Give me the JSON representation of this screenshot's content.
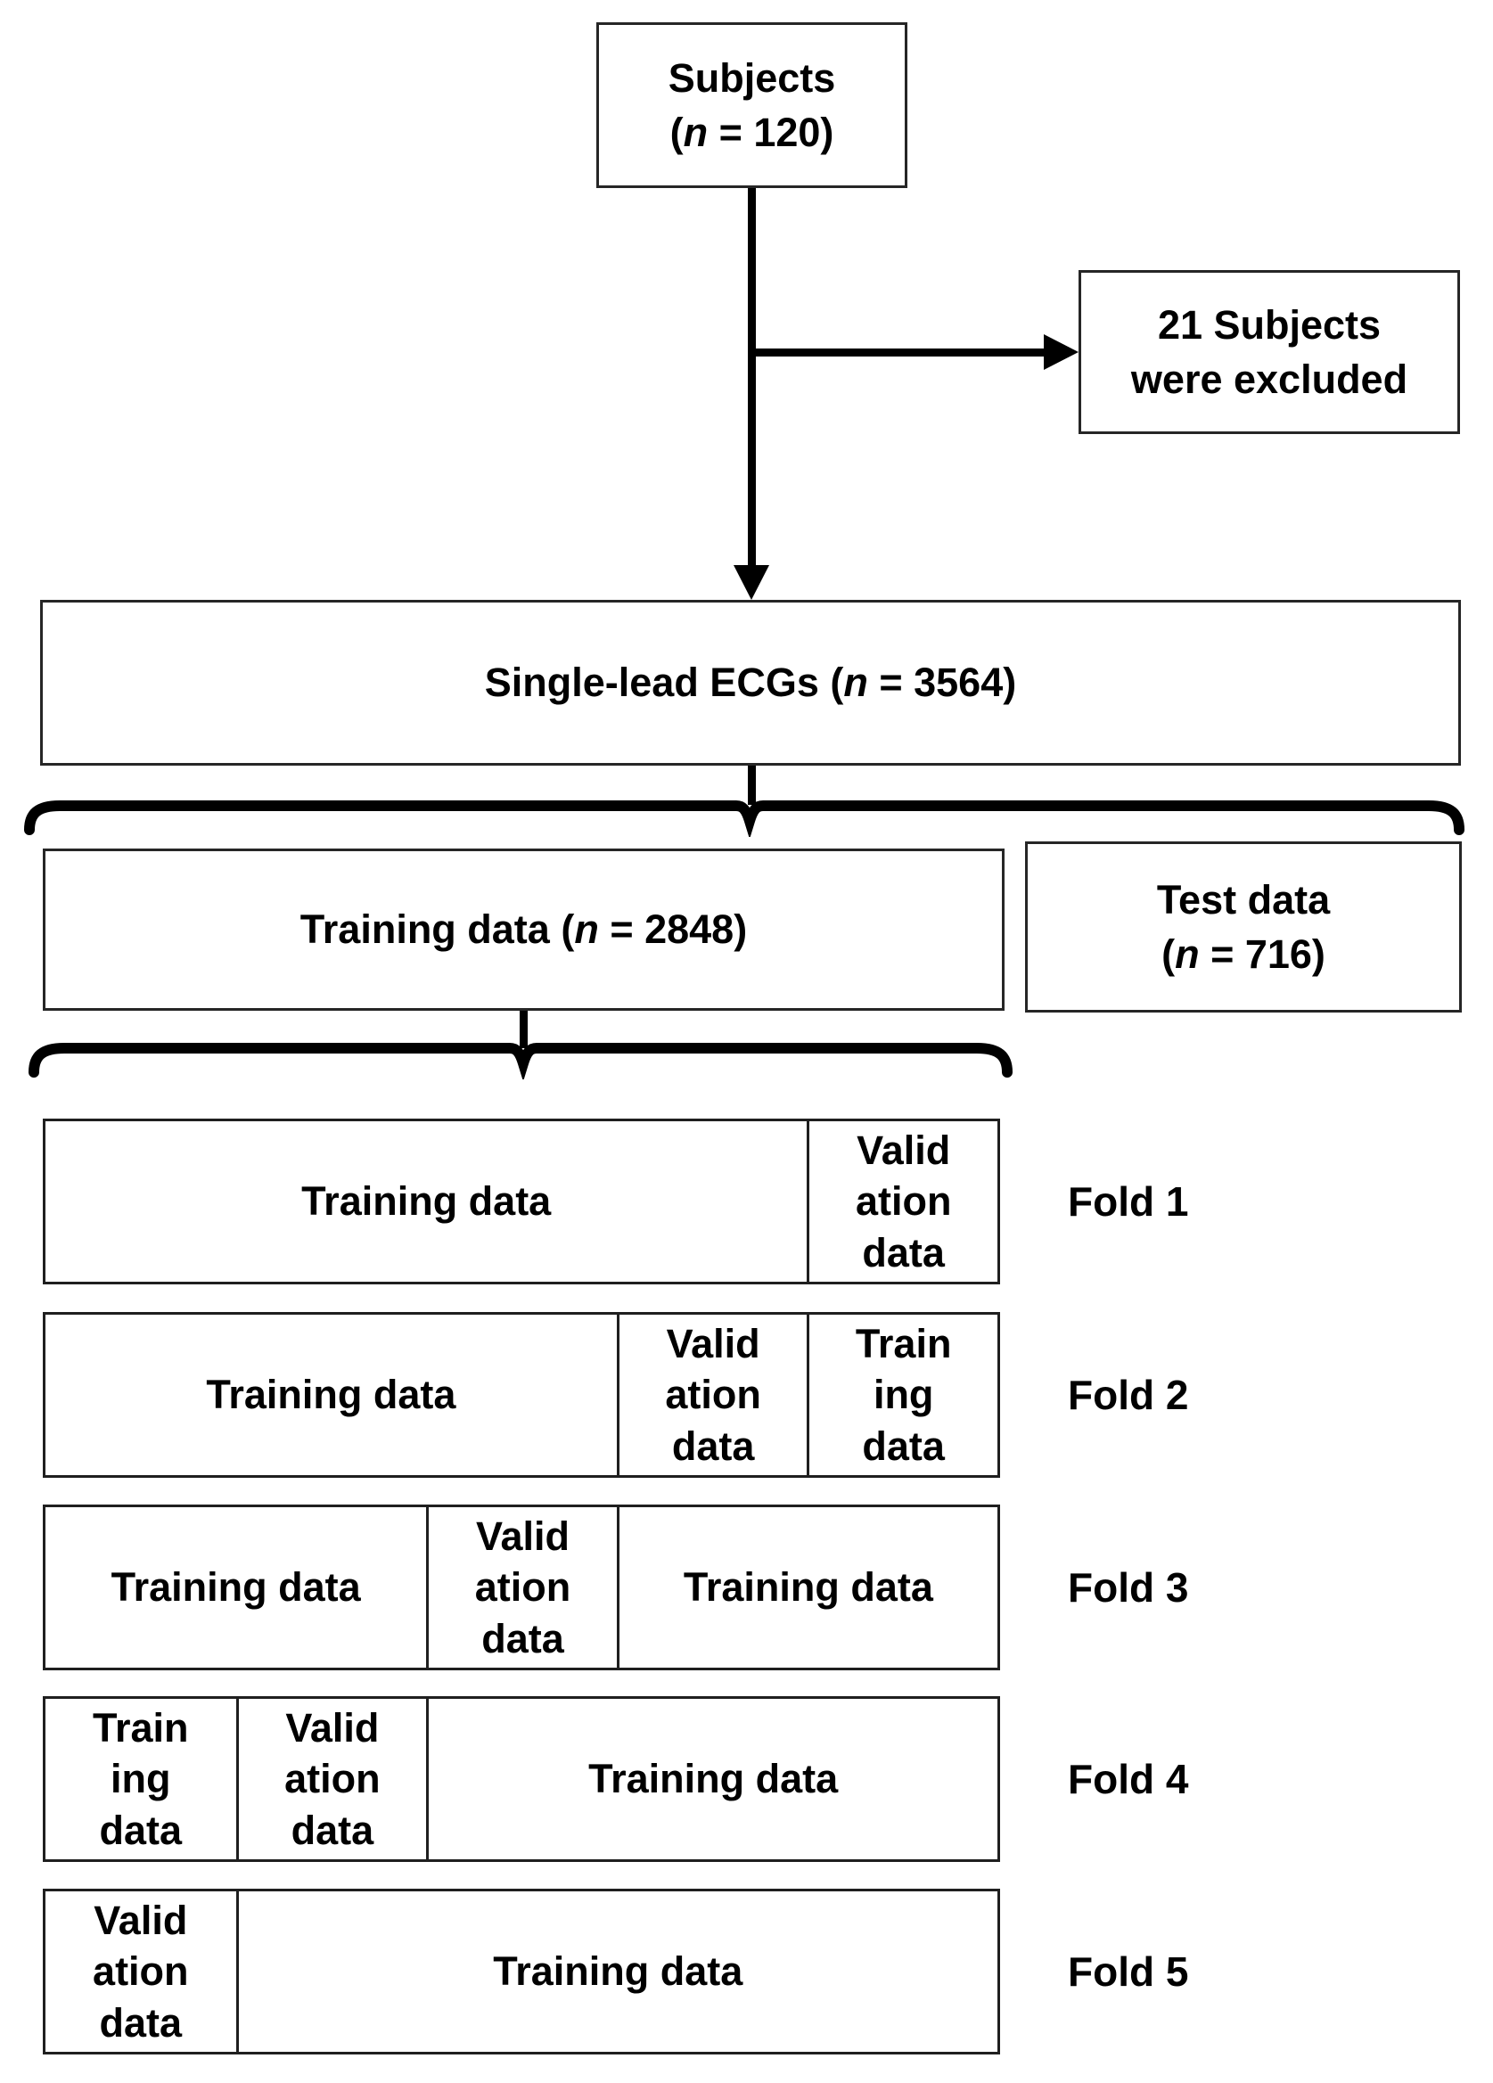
{
  "diagram": {
    "subjects_box": {
      "title": "Subjects",
      "count_open": "(",
      "count_n": "n",
      "count_rest": " = 120)"
    },
    "excluded_box": {
      "text": "21 Subjects\nwere excluded"
    },
    "ecg_box": {
      "prefix": "Single-lead ECGs (",
      "n": "n",
      "rest": " = 3564)"
    },
    "training_box": {
      "prefix": "Training data (",
      "n": "n",
      "rest": " = 2848)"
    },
    "test_box": {
      "title": "Test data",
      "count_open": "(",
      "count_n": "n",
      "count_rest": " = 716)"
    },
    "folds": [
      {
        "label": "Fold 1",
        "cells": [
          {
            "text": "Training data"
          },
          {
            "text": "Valid\nation\ndata"
          }
        ]
      },
      {
        "label": "Fold 2",
        "cells": [
          {
            "text": "Training data"
          },
          {
            "text": "Valid\nation\ndata"
          },
          {
            "text": "Train\ning\ndata"
          }
        ]
      },
      {
        "label": "Fold 3",
        "cells": [
          {
            "text": "Training data"
          },
          {
            "text": "Valid\nation\ndata"
          },
          {
            "text": "Training data"
          }
        ]
      },
      {
        "label": "Fold 4",
        "cells": [
          {
            "text": "Train\ning\ndata"
          },
          {
            "text": "Valid\nation\ndata"
          },
          {
            "text": "Training data"
          }
        ]
      },
      {
        "label": "Fold 5",
        "cells": [
          {
            "text": "Valid\nation\ndata"
          },
          {
            "text": "Training data"
          }
        ]
      }
    ],
    "colors": {
      "line": "#000000",
      "box_border": "#262626",
      "background": "#ffffff",
      "text": "#000000"
    }
  }
}
